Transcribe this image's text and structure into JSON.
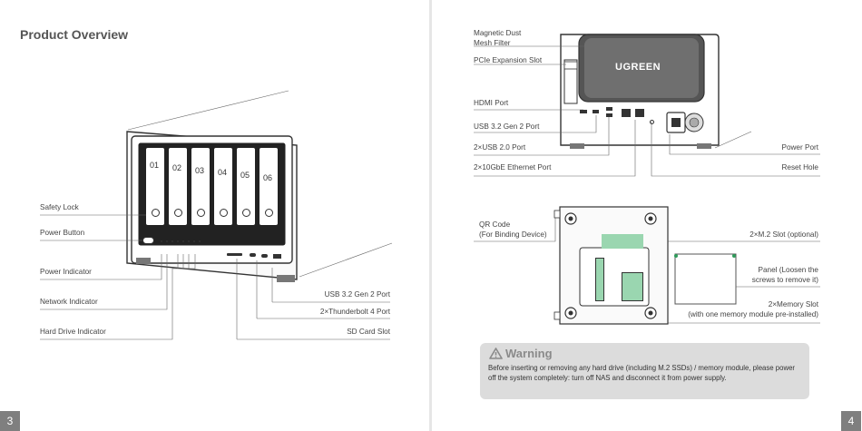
{
  "left_page": {
    "title": "Product Overview",
    "page_number": "3",
    "bay_labels": [
      "01",
      "02",
      "03",
      "04",
      "05",
      "06"
    ],
    "labels": {
      "safety_lock": "Safety Lock",
      "power_button": "Power Button",
      "power_indicator": "Power Indicator",
      "network_indicator": "Network Indicator",
      "hard_drive_indicator": "Hard Drive Indicator",
      "usb_front": "USB 3.2 Gen 2 Port",
      "thunderbolt": "2×Thunderbolt 4 Port",
      "sd_card": "SD Card Slot"
    }
  },
  "right_page": {
    "page_number": "4",
    "brand": "UGREEN",
    "labels": {
      "dust_filter_line1": "Magnetic Dust",
      "dust_filter_line2": "Mesh Filter",
      "pcie": "PCIe Expansion Slot",
      "hdmi": "HDMI Port",
      "usb_rear": "USB 3.2 Gen 2 Port",
      "usb20": "2×USB 2.0 Port",
      "ethernet": "2×10GbE Ethernet Port",
      "power_port": "Power Port",
      "reset_hole": "Reset Hole",
      "qr_line1": "QR Code",
      "qr_line2": "(For Binding Device)",
      "m2_slot": "2×M.2 Slot (optional)",
      "panel_line1": "Panel (Loosen the",
      "panel_line2": "screws to remove it)",
      "memory_line1": "2×Memory Slot",
      "memory_line2": "(with one memory module pre-installed)"
    },
    "warning": {
      "title": "Warning",
      "text": "Before inserting or removing any hard drive (including M.2 SSDs) / memory module, please power off the system completely: turn off NAS and disconnect it from power supply."
    }
  }
}
